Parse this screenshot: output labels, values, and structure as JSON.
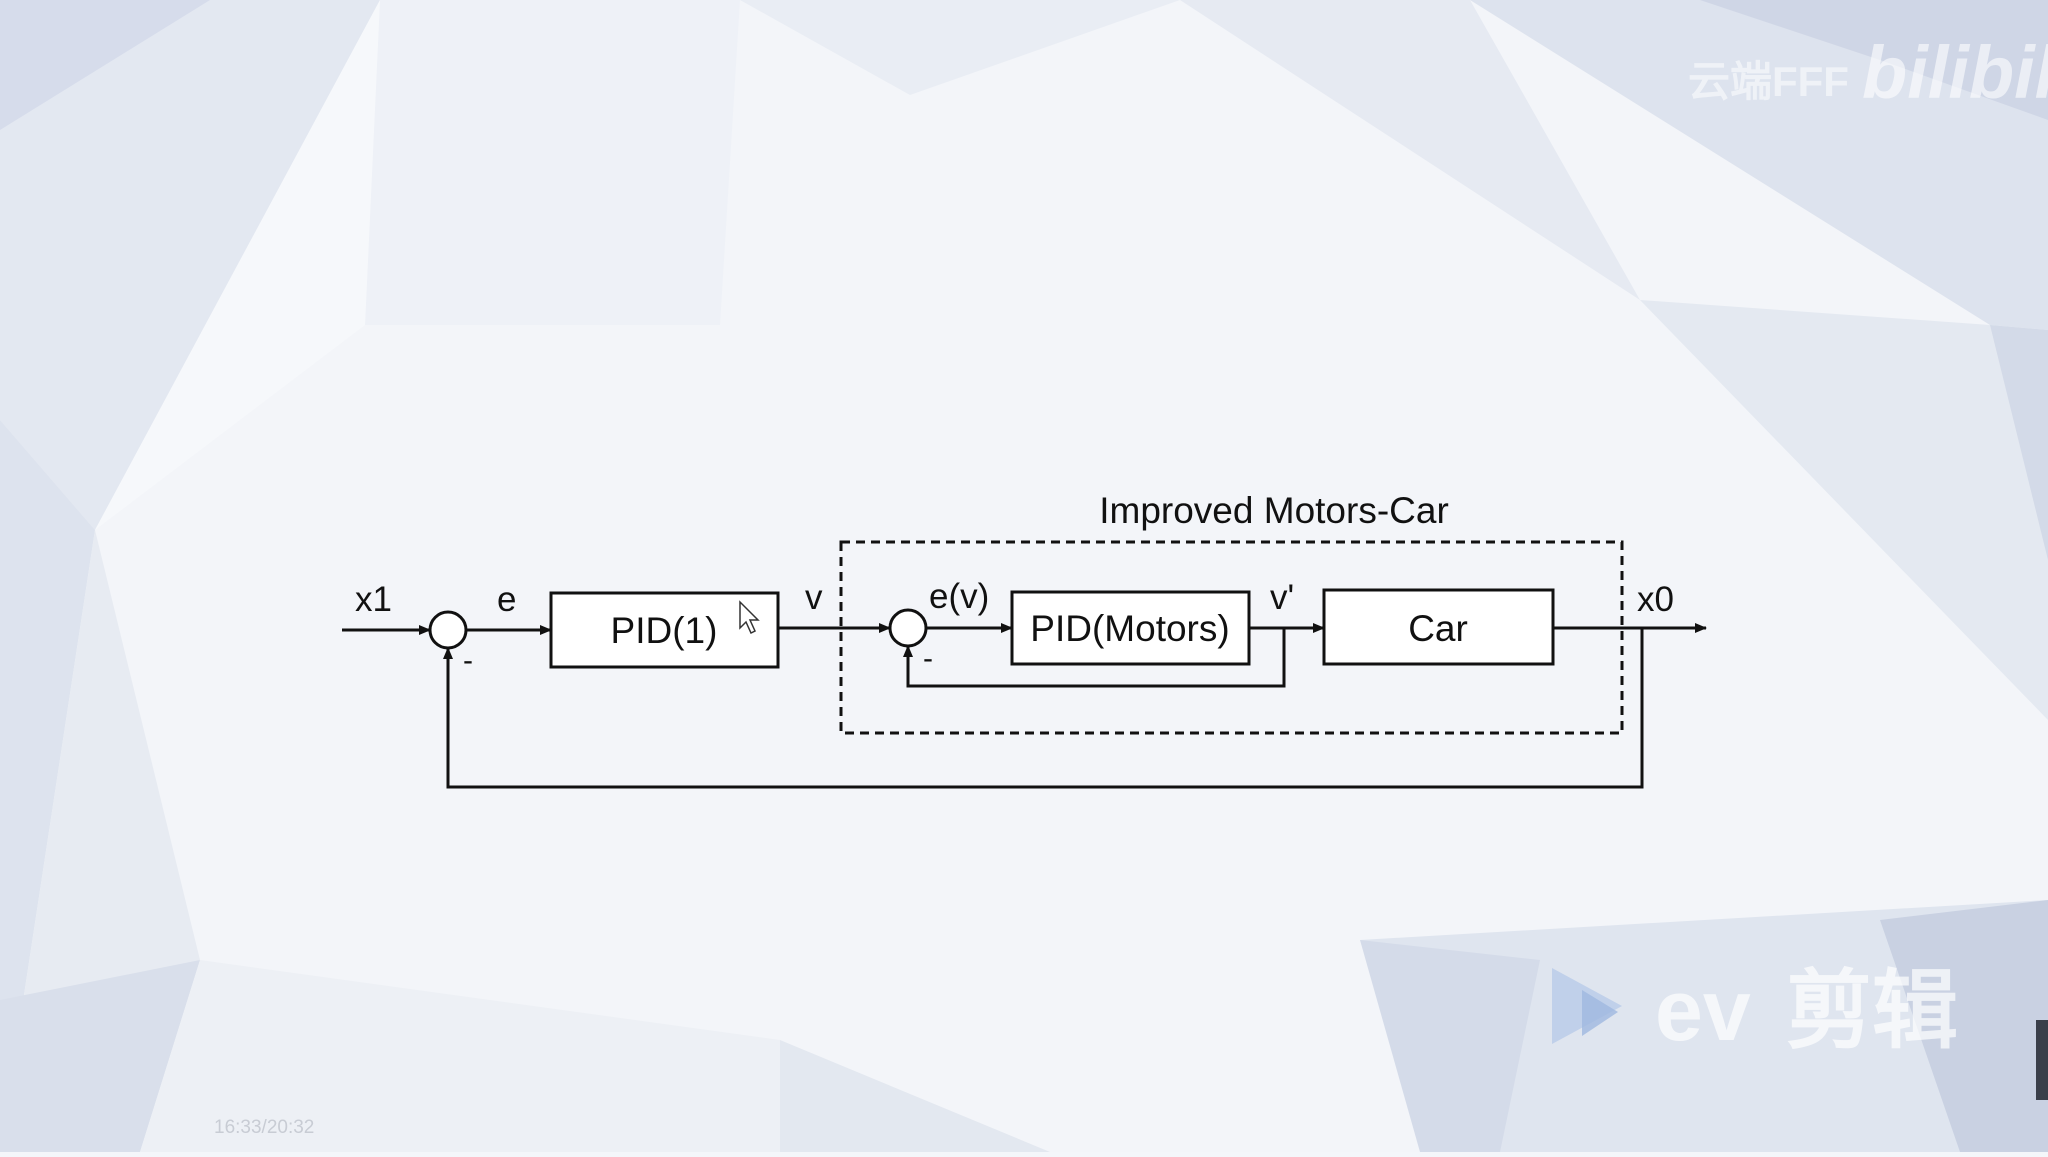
{
  "diagram": {
    "group_title": "Improved Motors-Car",
    "blocks": {
      "pid1": "PID(1)",
      "pid_motors": "PID(Motors)",
      "car": "Car"
    },
    "signals": {
      "input": "x1",
      "error": "e",
      "velocity": "v",
      "velocity_error": "e(v)",
      "velocity_feedback": "v'",
      "output": "x0"
    },
    "summing_signs": {
      "outer_minus": "-",
      "inner_minus": "-"
    }
  },
  "watermarks": {
    "channel": "云端FFF",
    "brand": "bilibili",
    "editor_prefix": "ev",
    "editor_name": "剪辑",
    "status_time": "16:33/20:32"
  },
  "colors": {
    "background": "#f4f6fa",
    "line": "#111111"
  }
}
